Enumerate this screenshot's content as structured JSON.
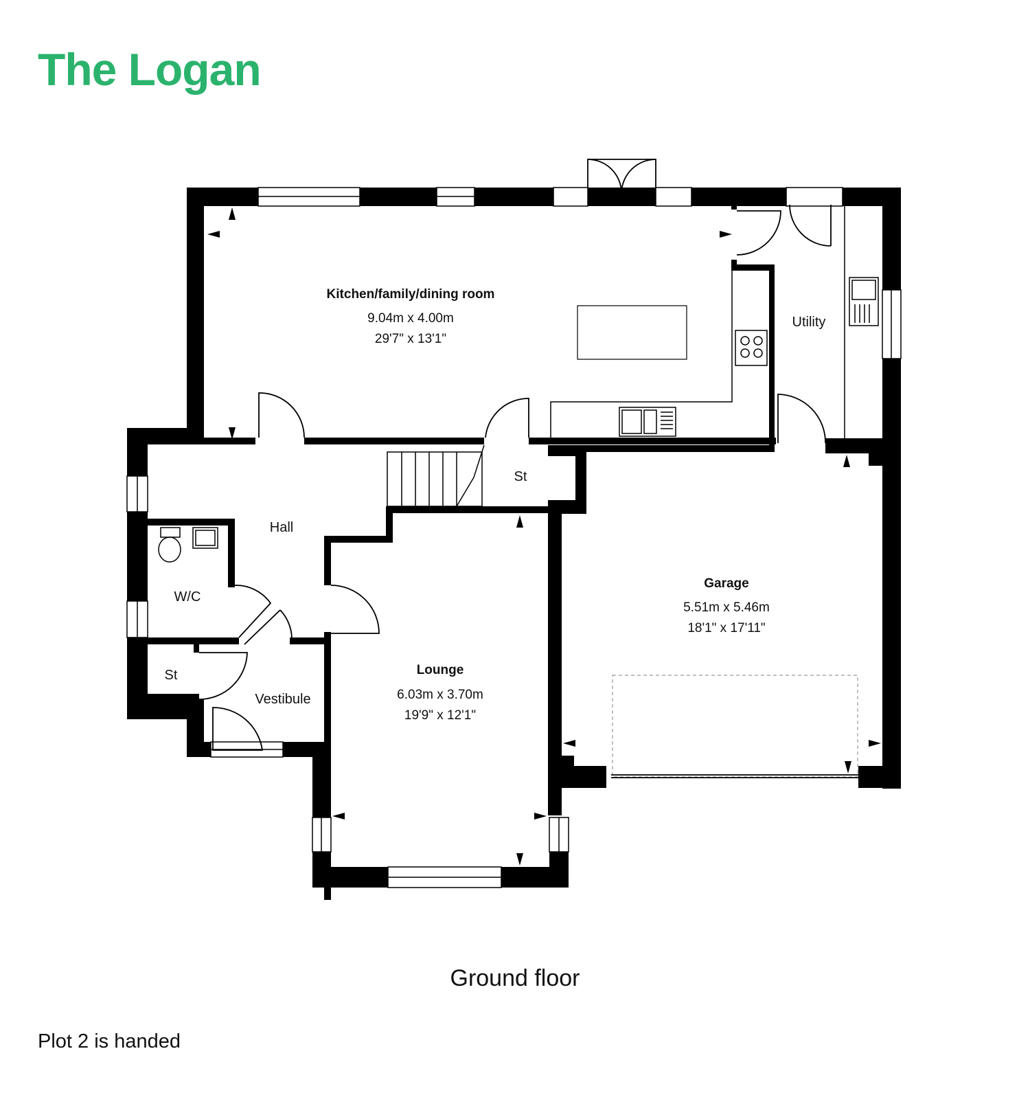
{
  "title": "The Logan",
  "rooms": {
    "kitchen": {
      "name": "Kitchen/family/dining room",
      "metric": "9.04m x 4.00m",
      "imperial": "29'7\" x 13'1\""
    },
    "utility": {
      "name": "Utility"
    },
    "store_hall": {
      "name": "St"
    },
    "hall": {
      "name": "Hall"
    },
    "wc": {
      "name": "W/C"
    },
    "garage": {
      "name": "Garage",
      "metric": "5.51m x 5.46m",
      "imperial": "18'1\" x 17'11\""
    },
    "store_vestibule": {
      "name": "St"
    },
    "vestibule": {
      "name": "Vestibule"
    },
    "lounge": {
      "name": "Lounge",
      "metric": "6.03m x 3.70m",
      "imperial": "19'9\" x 12'1\""
    }
  },
  "caption": "Ground floor",
  "note": "Plot 2 is handed",
  "colors": {
    "brand": "#2bb36d",
    "walls": "#000000",
    "text": "#111111"
  }
}
